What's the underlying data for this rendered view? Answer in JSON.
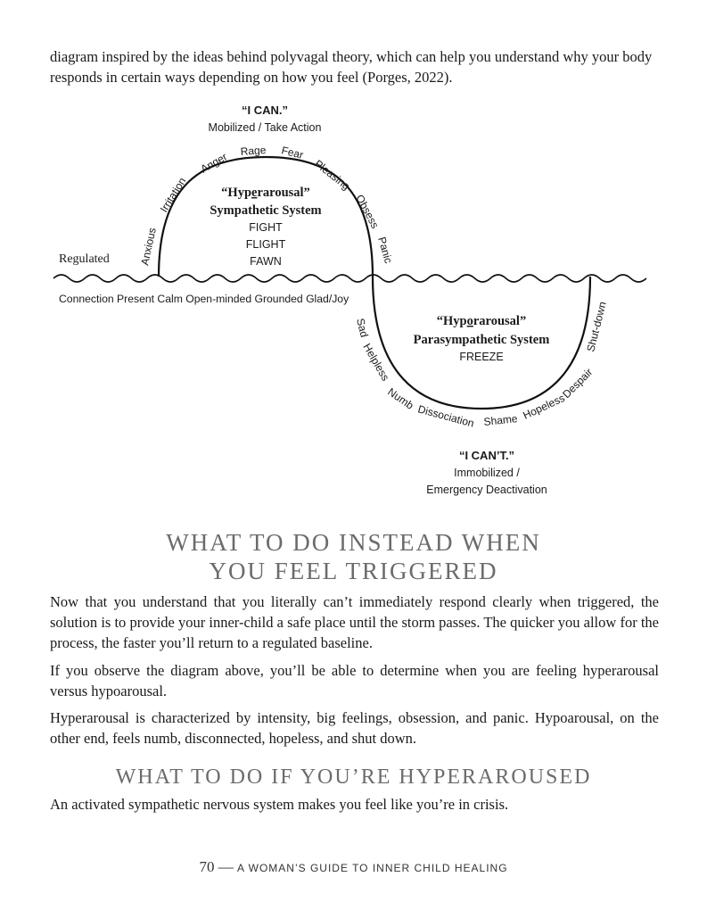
{
  "intro_text": "diagram inspired by the ideas behind polyvagal theory, which can help you understand why your body responds in certain ways depending on how you feel (Porges, 2022).",
  "diagram": {
    "top_quote": "“I CAN.”",
    "top_caption": "Mobilized / Take Action",
    "upper_states": [
      "Anxious",
      "Irritation",
      "Anger",
      "Rage",
      "Fear",
      "Pleasing",
      "Obsess",
      "Panic"
    ],
    "hyper_title_prefix": "“Hyp",
    "hyper_title_emph": "e",
    "hyper_title_suffix": "rarousal”",
    "hyper_system": "Sympathetic System",
    "hyper_responses": [
      "FIGHT",
      "FLIGHT",
      "FAWN"
    ],
    "regulated_label": "Regulated",
    "regulated_states": "Connection Present Calm Open-minded Grounded Glad/Joy",
    "hypo_title_prefix": "“Hyp",
    "hypo_title_emph": "o",
    "hypo_title_suffix": "rarousal”",
    "hypo_system": "Parasympathetic System",
    "hypo_responses": [
      "FREEZE"
    ],
    "lower_states": [
      "Sad",
      "Helpless",
      "Numb",
      "Dissociation",
      "Shame",
      "Hopeless",
      "Despair",
      "Shut-down"
    ],
    "bottom_quote": "“I CAN’T.”",
    "bottom_caption_line1": "Immobilized /",
    "bottom_caption_line2": "Emergency Deactivation"
  },
  "heading_main_line1": "WHAT TO DO INSTEAD WHEN",
  "heading_main_line2": "YOU FEEL TRIGGERED",
  "paragraphs": [
    "Now that you understand that you literally can’t immediately respond clearly when triggered, the solution is to provide your inner-child a safe place until the storm passes. The quicker you allow for the process, the faster you’ll return to a regulated baseline.",
    "If you observe the diagram above, you’ll be able to determine when you are feeling hyperarousal versus hypoarousal.",
    "Hyperarousal is characterized by intensity, big feelings, obsession, and panic. Hypoarousal, on the other end, feels numb, disconnected, hopeless, and shut down."
  ],
  "subheading": "WHAT TO DO IF YOU’RE HYPERAROUSED",
  "subheading_para": "An activated sympathetic nervous system makes you feel like you’re in crisis.",
  "footer_page": "70",
  "footer_separator": " — ",
  "footer_title": "A WOMAN’S GUIDE TO INNER CHILD  HEALING"
}
